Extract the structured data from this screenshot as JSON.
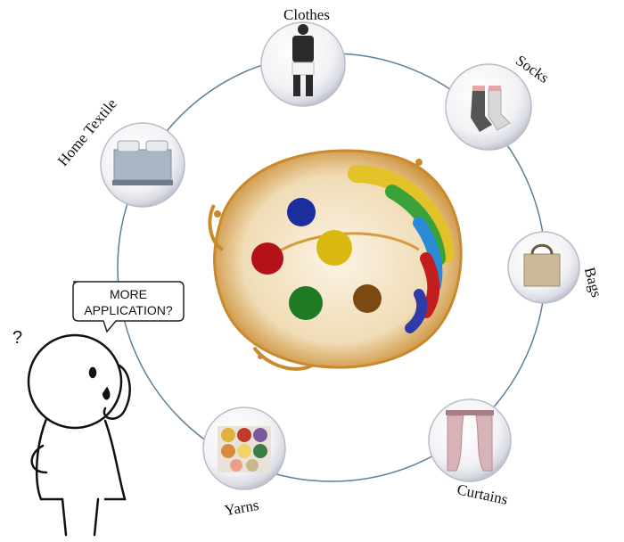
{
  "diagram": {
    "applications": [
      {
        "id": "clothes",
        "label": "Clothes"
      },
      {
        "id": "socks",
        "label": "Socks"
      },
      {
        "id": "bags",
        "label": "Bags"
      },
      {
        "id": "curtains",
        "label": "Curtains"
      },
      {
        "id": "yarns",
        "label": "Yarns"
      },
      {
        "id": "home-textile",
        "label": "Home Textile"
      }
    ],
    "speech_bubble": {
      "line1": "MORE",
      "line2": "APPLICATION?"
    },
    "question_mark": "?"
  }
}
